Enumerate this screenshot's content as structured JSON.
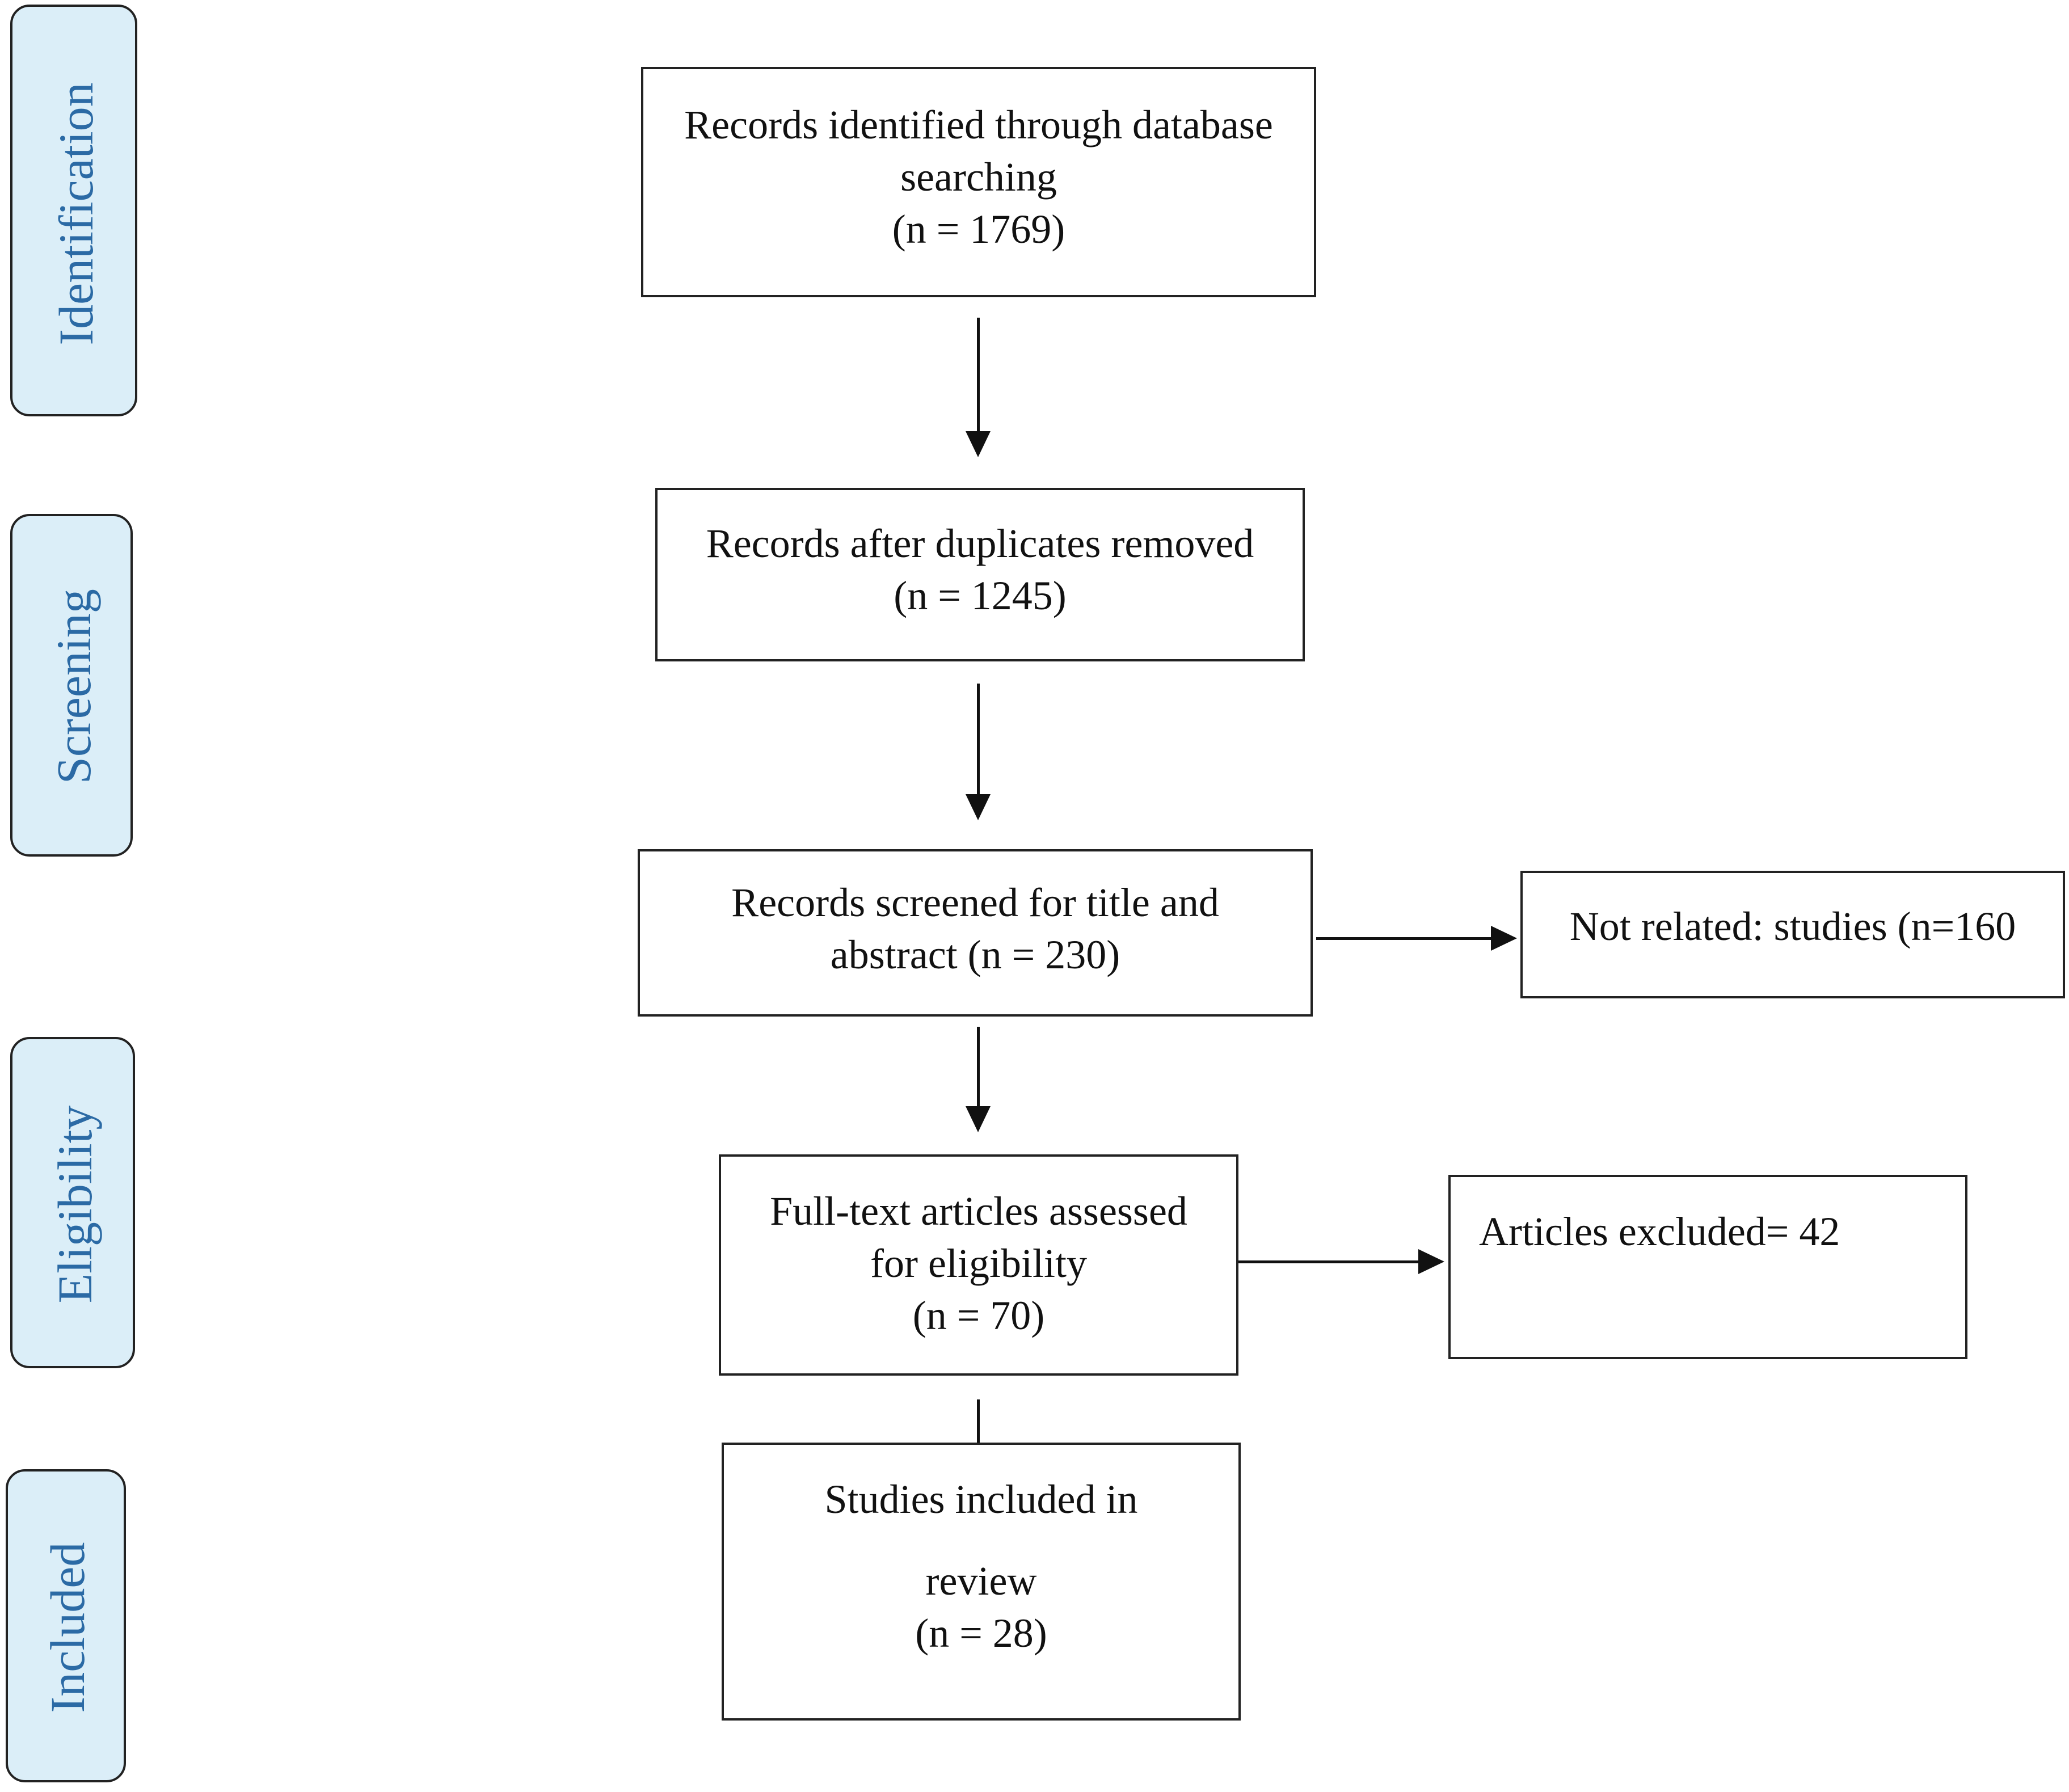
{
  "phases": {
    "identification": "Identification",
    "screening": "Screening",
    "eligibility": "Eligibility",
    "included": "Included"
  },
  "boxes": {
    "identified": {
      "line1": "Records identified through database",
      "line2": "searching",
      "line3": "(n = 1769)"
    },
    "duplicates_removed": {
      "line1": "Records after duplicates removed",
      "line2": "(n = 1245)"
    },
    "screened": {
      "line1": "Records screened for title and",
      "line2": "abstract (n = 230)"
    },
    "not_related": {
      "line1": "Not related: studies (n=160"
    },
    "full_text": {
      "line1": "Full-text articles assessed",
      "line2": "for eligibility",
      "line3": "(n = 70)"
    },
    "articles_excluded": {
      "line1": "Articles excluded= 42"
    },
    "included": {
      "line1": "Studies included in",
      "line2": "review",
      "line3": "(n = 28)"
    }
  }
}
